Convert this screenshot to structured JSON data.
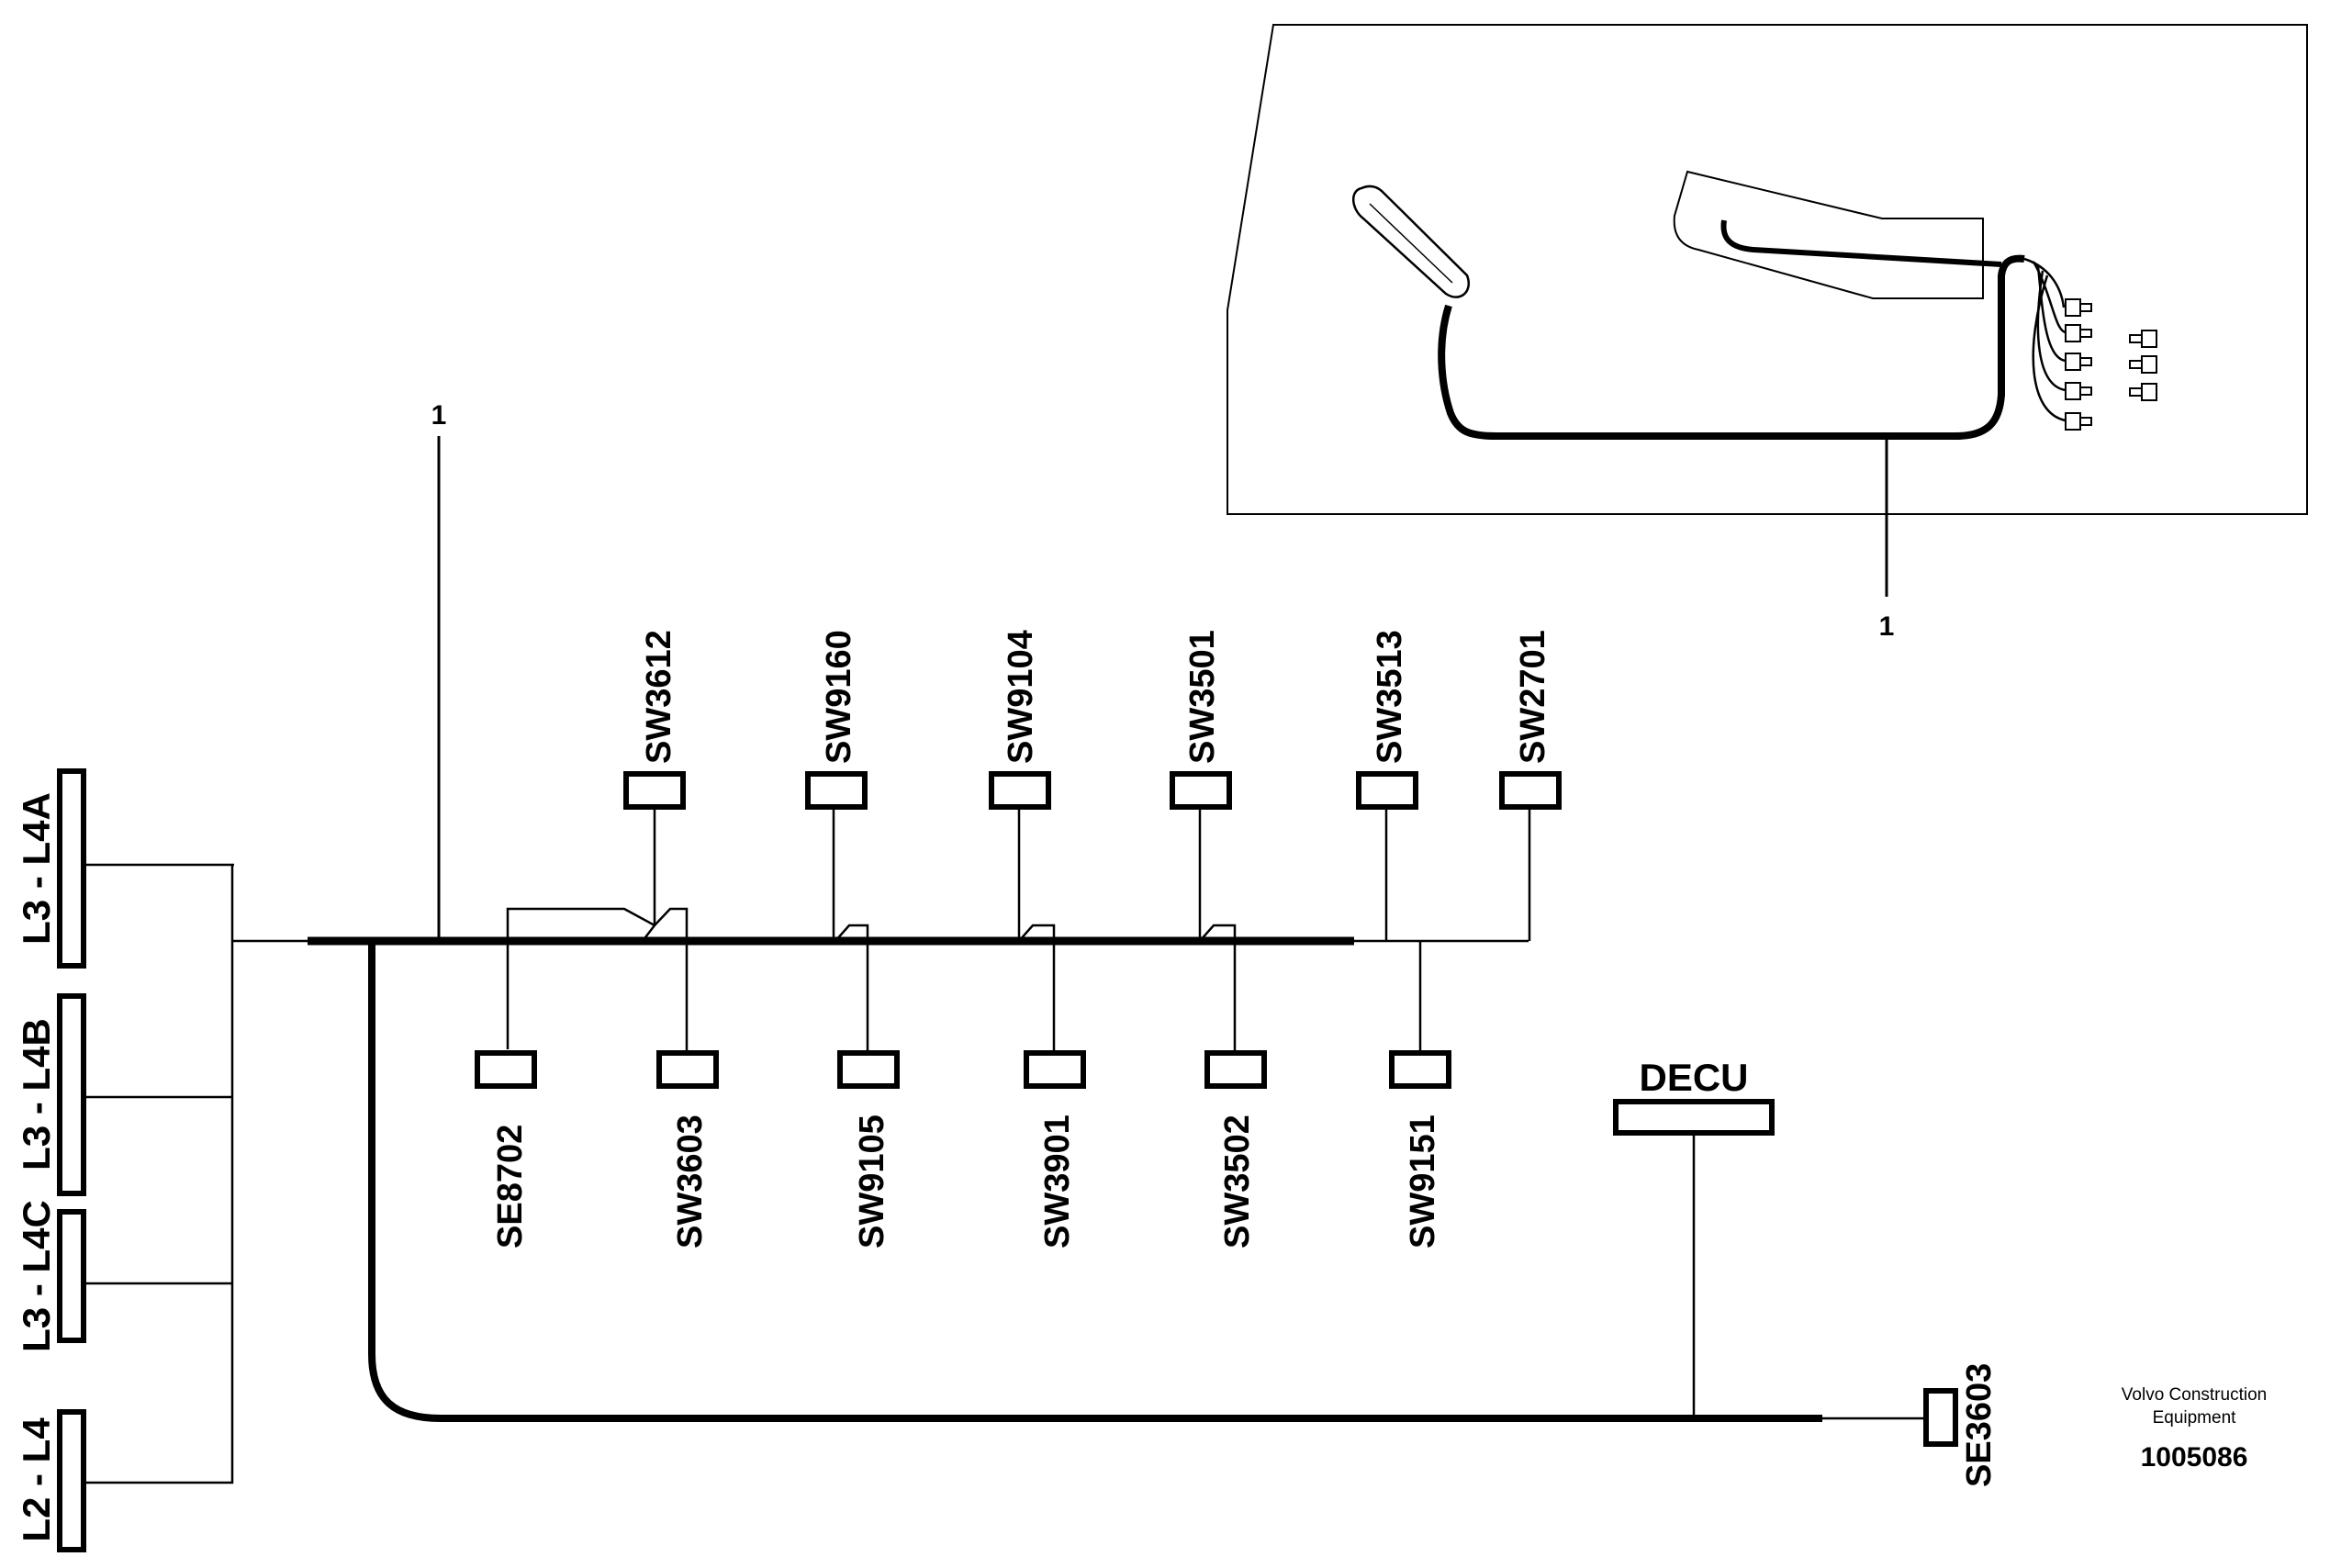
{
  "diagram": {
    "callout_main": "1",
    "callout_inset": "1",
    "left_connectors": [
      "L3 - L4A",
      "L3 - L4B",
      "L3 - L4C",
      "L2 - L4"
    ],
    "top_connectors": [
      "SW3612",
      "SW9160",
      "SW9104",
      "SW3501",
      "SW3513",
      "SW2701"
    ],
    "bottom_connectors": [
      "SE8702",
      "SW3603",
      "SW9105",
      "SW3901",
      "SW3502",
      "SW9151"
    ],
    "decu_label": "DECU",
    "end_connector": "SE3603",
    "footer": {
      "company_line1": "Volvo Construction",
      "company_line2": "Equipment",
      "drawing_number": "1005086"
    }
  }
}
